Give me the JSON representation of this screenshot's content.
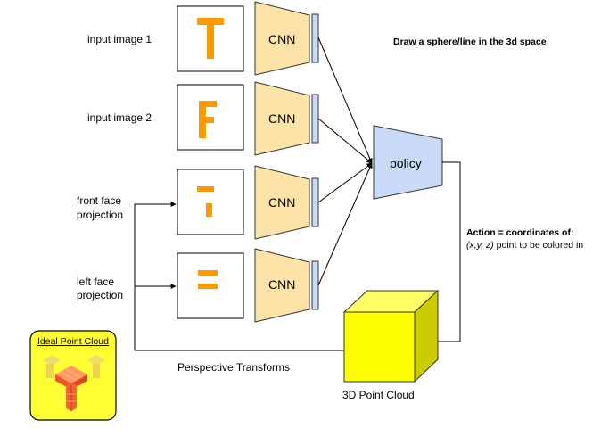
{
  "inputs": [
    {
      "label": "input image 1",
      "glyph": "T"
    },
    {
      "label": "input image 2",
      "glyph": "F"
    }
  ],
  "projections": [
    {
      "label_line1": "front face",
      "label_line2": "projection"
    },
    {
      "label_line1": "left face",
      "label_line2": "projection"
    }
  ],
  "cnn_label": "CNN",
  "policy_label": "policy",
  "task_text": "Draw a sphere/line in the 3d space",
  "action": {
    "line1": "Action = coordinates of:",
    "line2_italic": "(x,y, z)",
    "line2_rest": " point to be colored in"
  },
  "perspective_label": "Perspective Transforms",
  "point_cloud_label": "3D Point Cloud",
  "ideal_label": "Ideal Point Cloud",
  "colors": {
    "cnn_fill": "#fde3a7",
    "feature_fill": "#c9daf8",
    "policy_fill": "#c9daf8",
    "orange": "#ff9900",
    "cube_front": "#ffff00",
    "cube_top": "#ffff66",
    "cube_side": "#cccc00",
    "ideal_bg": "#ffff33"
  }
}
